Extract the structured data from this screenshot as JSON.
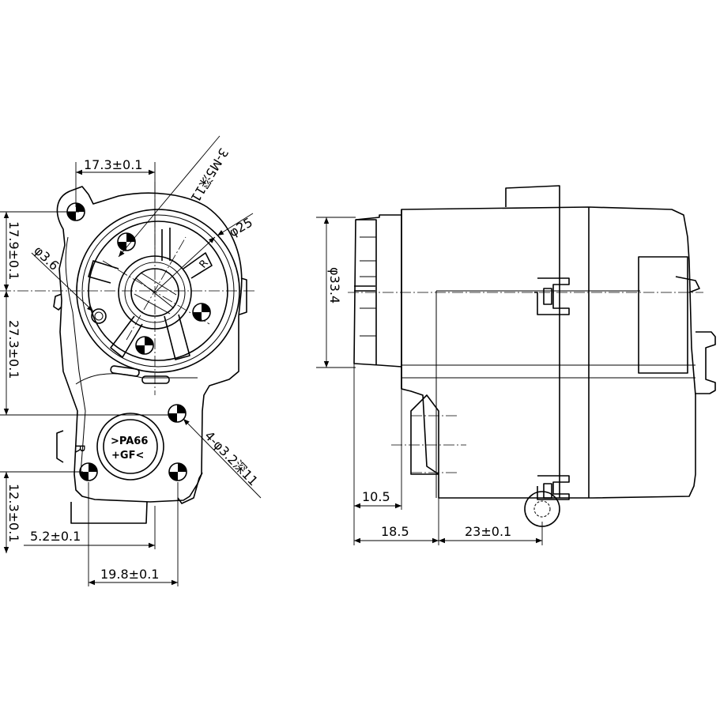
{
  "drawing": {
    "left_view": {
      "dims": {
        "d1": "17.3±0.1",
        "d2": "3-M5深11",
        "d3": "φ25",
        "d4": "φ3.6",
        "d5": "17.9±0.1",
        "d6": "27.3±0.1",
        "d7": "12.3±0.1",
        "d8": "5.2±0.1",
        "d9": "19.8±0.1",
        "d10": "4-φ3.2深11"
      },
      "labels": {
        "material_line1": ">PA66",
        "material_line2": "+GF<",
        "mark_r_left": "R",
        "mark_r_top": "R"
      }
    },
    "right_view": {
      "dims": {
        "d1": "φ33.4",
        "d2": "10.5",
        "d3": "18.5",
        "d4": "23±0.1"
      }
    }
  }
}
